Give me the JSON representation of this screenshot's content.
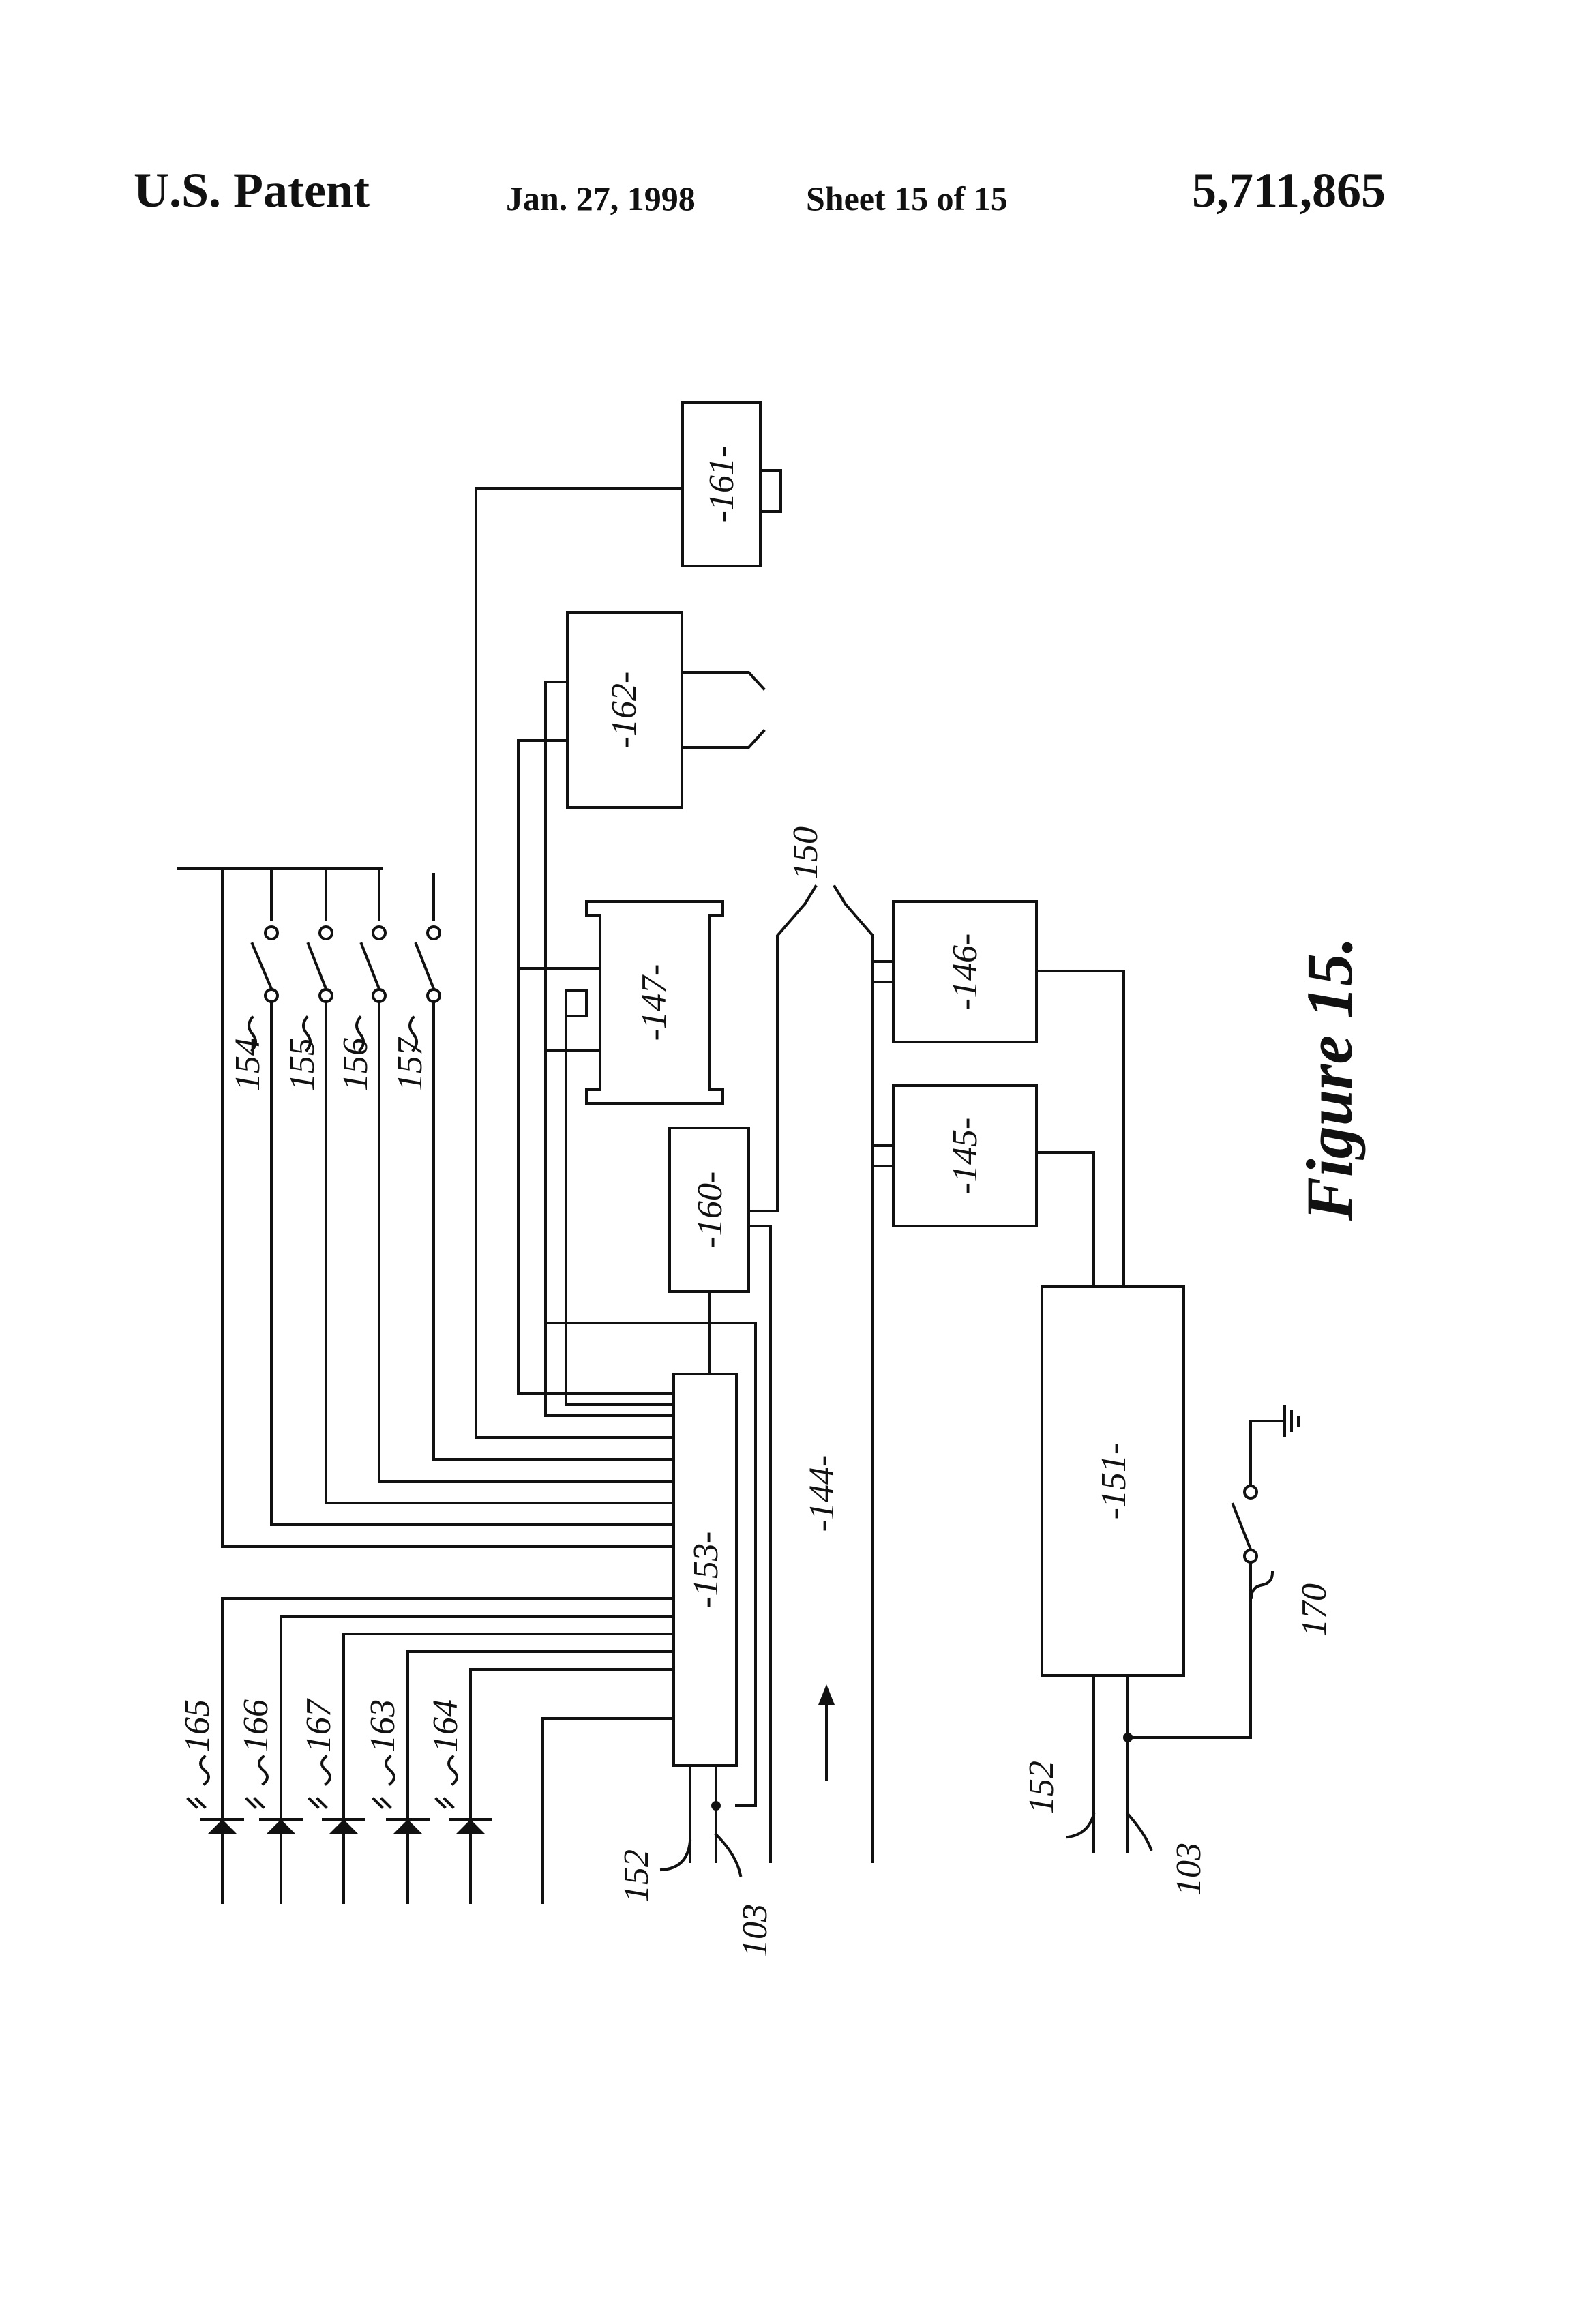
{
  "header": {
    "title": "U.S. Patent",
    "date": "Jan. 27, 1998",
    "sheet": "Sheet 15 of 15",
    "patent_number": "5,711,865"
  },
  "figure": {
    "caption": "Figure 15.",
    "blocks": {
      "b161": "-161-",
      "b162": "-162-",
      "b147": "-147-",
      "b146": "-146-",
      "b145": "-145-",
      "b160": "-160-",
      "b153": "-153-",
      "b151": "-151-",
      "b144": "-144-"
    },
    "labels": {
      "l150": "150",
      "l154": "154",
      "l155": "155",
      "l156": "156",
      "l157": "157",
      "l165": "165",
      "l166": "166",
      "l167": "167",
      "l163": "163",
      "l164": "164",
      "l152a": "152",
      "l103a": "103",
      "l152b": "152",
      "l103b": "103",
      "l170": "170"
    }
  }
}
